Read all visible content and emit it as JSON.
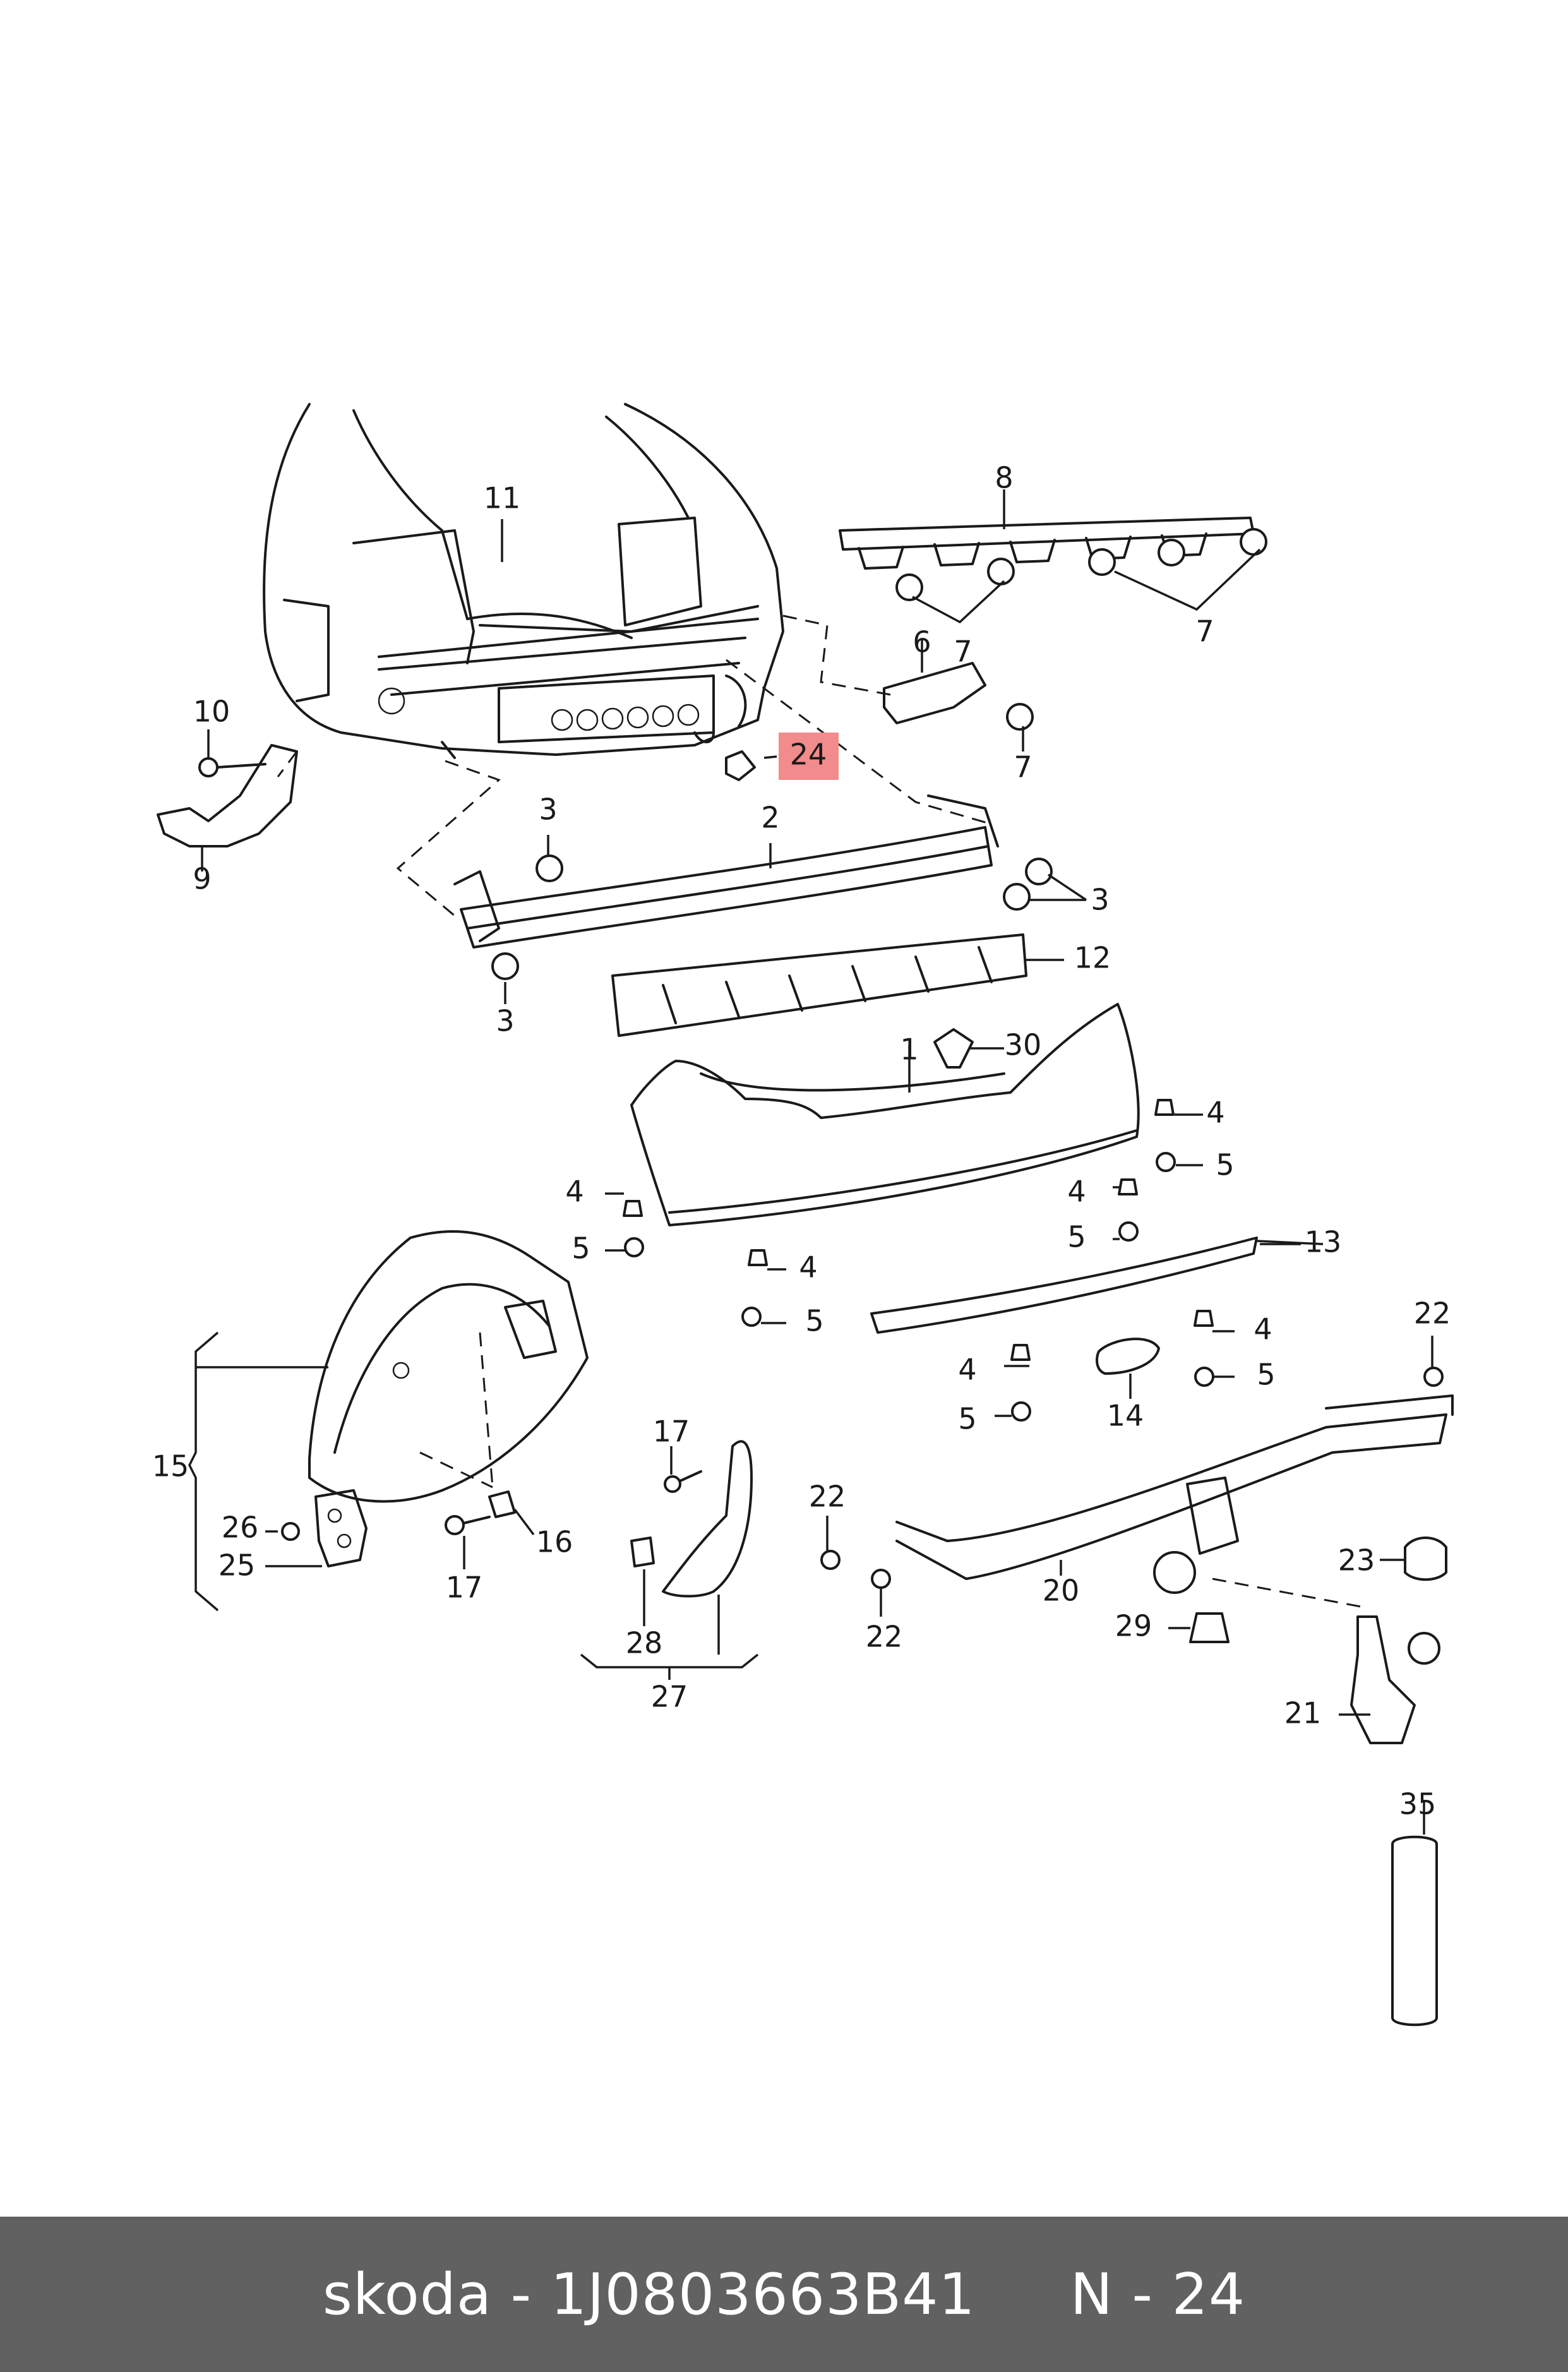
{
  "footer": {
    "brand": "skoda",
    "separator": "-",
    "part_number": "1J0803663B41",
    "ref_label": "N - 24"
  },
  "highlight_color": "#f28b8b",
  "callouts": {
    "c1": "1",
    "c2": "2",
    "c3a": "3",
    "c3b": "3",
    "c3c": "3",
    "c4a": "4",
    "c4b": "4",
    "c4c": "4",
    "c4d": "4",
    "c4e": "4",
    "c5a": "5",
    "c5b": "5",
    "c5c": "5",
    "c5d": "5",
    "c5e": "5",
    "c6": "6",
    "c7a": "7",
    "c7b": "7",
    "c7c": "7",
    "c8": "8",
    "c9": "9",
    "c10": "10",
    "c11": "11",
    "c12": "12",
    "c13": "13",
    "c14": "14",
    "c15": "15",
    "c16": "16",
    "c17a": "17",
    "c17b": "17",
    "c20": "20",
    "c21": "21",
    "c22a": "22",
    "c22b": "22",
    "c22c": "22",
    "c23": "23",
    "c24": "24",
    "c25": "25",
    "c26": "26",
    "c27": "27",
    "c28": "28",
    "c29": "29",
    "c30": "30",
    "c35": "35"
  }
}
